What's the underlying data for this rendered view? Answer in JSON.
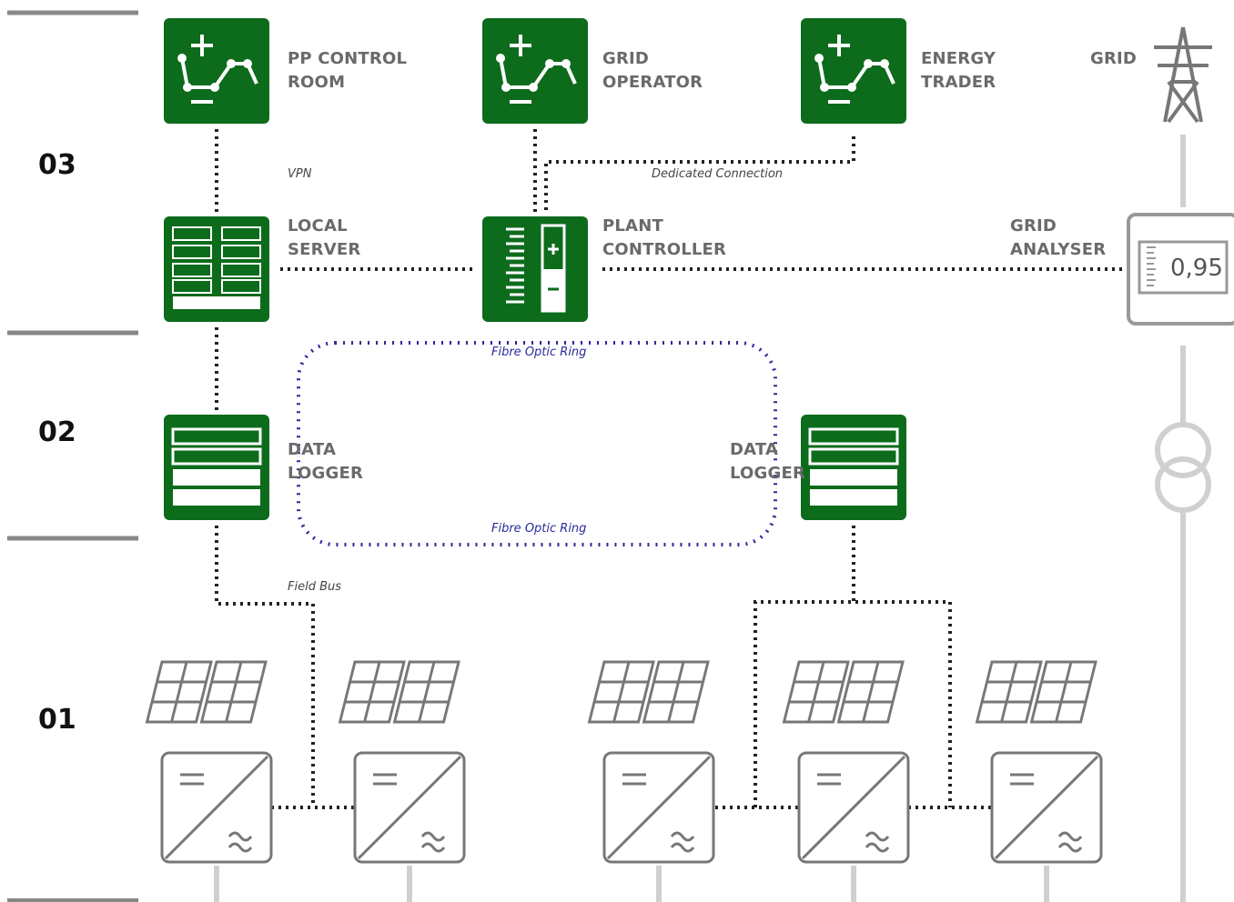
{
  "levels": [
    "03",
    "02",
    "01"
  ],
  "nodes": {
    "pp_control_room": "PP CONTROL\nROOM",
    "grid_operator": "GRID\nOPERATOR",
    "energy_trader": "ENERGY\nTRADER",
    "grid": "GRID",
    "local_server": "LOCAL\nSERVER",
    "plant_controller": "PLANT\nCONTROLLER",
    "grid_analyser": "GRID\nANALYSER",
    "data_logger_left": "DATA\nLOGGER",
    "data_logger_right": "DATA\nLOGGER"
  },
  "connections": {
    "vpn": "VPN",
    "dedicated": "Dedicated Connection",
    "fibre_top": "Fibre Optic Ring",
    "fibre_bottom": "Fibre Optic Ring",
    "field_bus": "Field Bus"
  },
  "grid_analyser_value": "0,95",
  "colors": {
    "green": "#0d6b1c",
    "gray": "#888888",
    "blue": "#2a2a9a"
  }
}
